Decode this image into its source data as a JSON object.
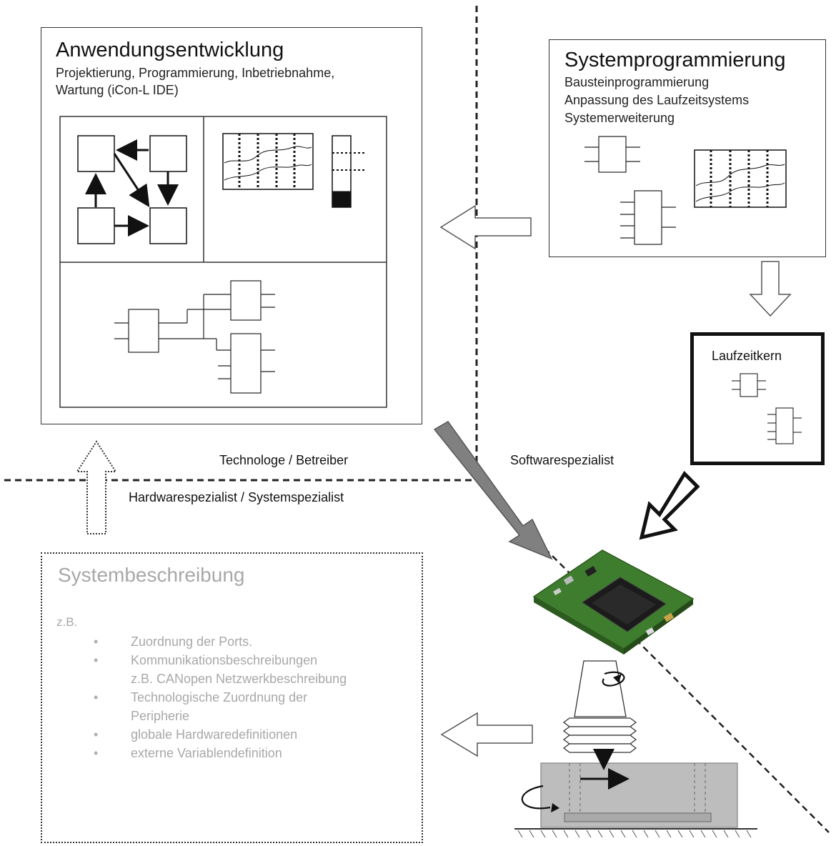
{
  "app_dev": {
    "title": "Anwendungsentwicklung",
    "lines": [
      "Projektierung, Programmierung, Inbetriebnahme,",
      "Wartung (iCon-L IDE)"
    ]
  },
  "sys_prog": {
    "title": "Systemprogrammierung",
    "lines": [
      "Bausteinprogrammierung",
      "Anpassung des Laufzeitsystems",
      "Systemerweiterung"
    ]
  },
  "runtime": {
    "label": "Laufzeitkern"
  },
  "roles": {
    "technologe": "Technologe / Betreiber",
    "software": "Softwarespezialist",
    "hardware": "Hardwarespezialist / Systemspezialist"
  },
  "sys_desc": {
    "title": "Systembeschreibung",
    "eg": "z.B.",
    "items": [
      "Zuordnung der Ports.",
      "Kommunikationsbeschreibungen",
      "z.B. CANopen Netzwerkbeschreibung",
      "Technologische Zuordnung der",
      "Peripherie",
      "globale Hardwaredefinitionen",
      "externe Variablendefinition"
    ]
  },
  "colors": {
    "line": "#222222",
    "gray_text": "#a8a8a8",
    "pcb": "#3f7d2e",
    "chip": "#1b1b1b",
    "machine": "#bdbdbd"
  }
}
